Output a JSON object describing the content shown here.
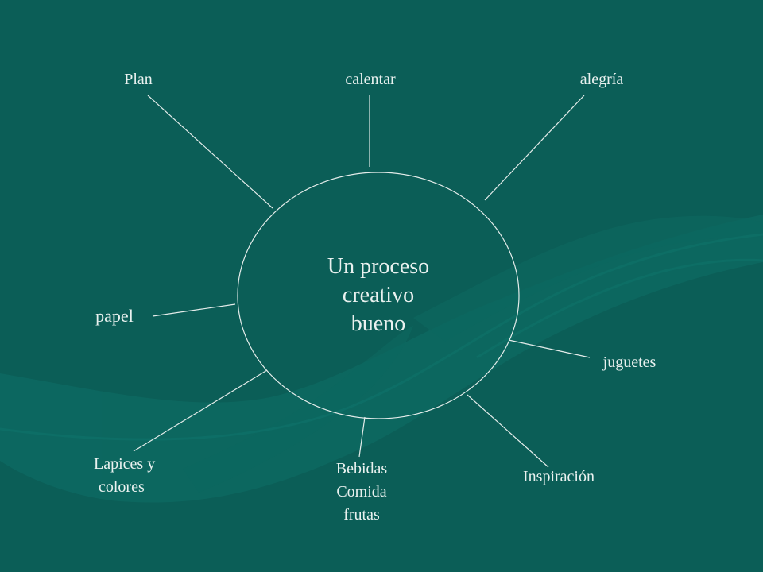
{
  "center": {
    "lines": [
      "Un proceso",
      "creativo",
      "bueno"
    ]
  },
  "nodes": [
    {
      "id": "plan",
      "lines": [
        "Plan"
      ]
    },
    {
      "id": "calentar",
      "lines": [
        "calentar"
      ]
    },
    {
      "id": "alegria",
      "lines": [
        "alegría"
      ]
    },
    {
      "id": "papel",
      "lines": [
        "papel"
      ]
    },
    {
      "id": "juguetes",
      "lines": [
        "juguetes"
      ]
    },
    {
      "id": "lapices",
      "lines": [
        "Lapices y",
        "colores"
      ]
    },
    {
      "id": "bebidas",
      "lines": [
        "Bebidas",
        "Comida",
        "frutas"
      ]
    },
    {
      "id": "inspiracion",
      "lines": [
        "Inspiración"
      ]
    }
  ],
  "colors": {
    "background": "#0b5e57",
    "lines": "#e4ecea",
    "text": "#e9f1ef"
  }
}
